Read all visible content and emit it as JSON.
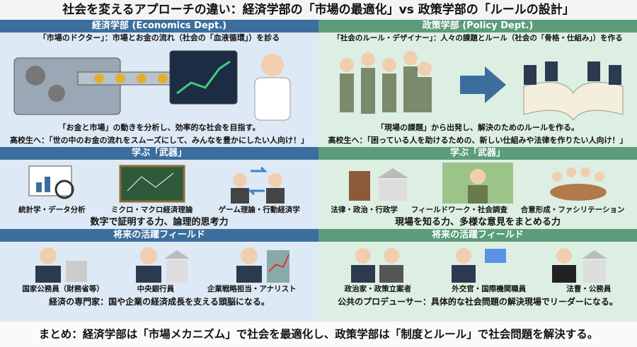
{
  "title": "社会を変えるアプローチの違い：経済学部の「市場の最適化」vs 政策学部の「ルールの設計」",
  "economics": {
    "header": "経済学部 (Economics Dept.)",
    "role": "「市場のドクター」：市場とお金の流れ（社会の「血液循環」）を診る",
    "description": "「お金と市場」の動きを分析し、効率的な社会を目指す。",
    "to_students": "高校生へ：「世の中のお金の流れをスムーズにして、みんなを豊かにしたい人向け！」",
    "weapons_header": "学ぶ「武器」",
    "weapons": [
      "統計学・データ分析",
      "ミクロ・マクロ経済理論",
      "ゲーム理論・行動経済学"
    ],
    "weapons_summary": "数字で証明する力、論理的思考力",
    "careers_header": "将来の活躍フィールド",
    "careers": [
      "国家公務員（財務省等）",
      "中央銀行員",
      "企業戦略担当・アナリスト"
    ],
    "careers_summary": "経済の専門家：国や企業の経済成長を支える頭脳になる。"
  },
  "policy": {
    "header": "政策学部 (Policy Dept.)",
    "role": "「社会のルール・デザイナー」：人々の課題とルール（社会の「骨格・仕組み」）を作る",
    "description": "「現場の課題」から出発し、解決のためのルールを作る。",
    "to_students": "高校生へ：「困っている人を助けるための、新しい仕組みや法律を作りたい人向け！」",
    "weapons_header": "学ぶ「武器」",
    "weapons": [
      "法律・政治・行政学",
      "フィールドワーク・社会調査",
      "合意形成・ファシリテーション"
    ],
    "weapons_summary": "現場を知る力、多様な意見をまとめる力",
    "careers_header": "将来の活躍フィールド",
    "careers": [
      "政治家・政策立案者",
      "外交官・国際機関職員",
      "法曹・公務員"
    ],
    "careers_summary": "公共のプロデューサー：具体的な社会問題の解決現場でリーダーになる。"
  },
  "summary": "まとめ：経済学部は「市場メカニズム」で社会を最適化し、政策学部は「制度とルール」で社会問題を解決する。",
  "colors": {
    "econ": "#3c6e9d",
    "policy": "#5c9c7a"
  }
}
